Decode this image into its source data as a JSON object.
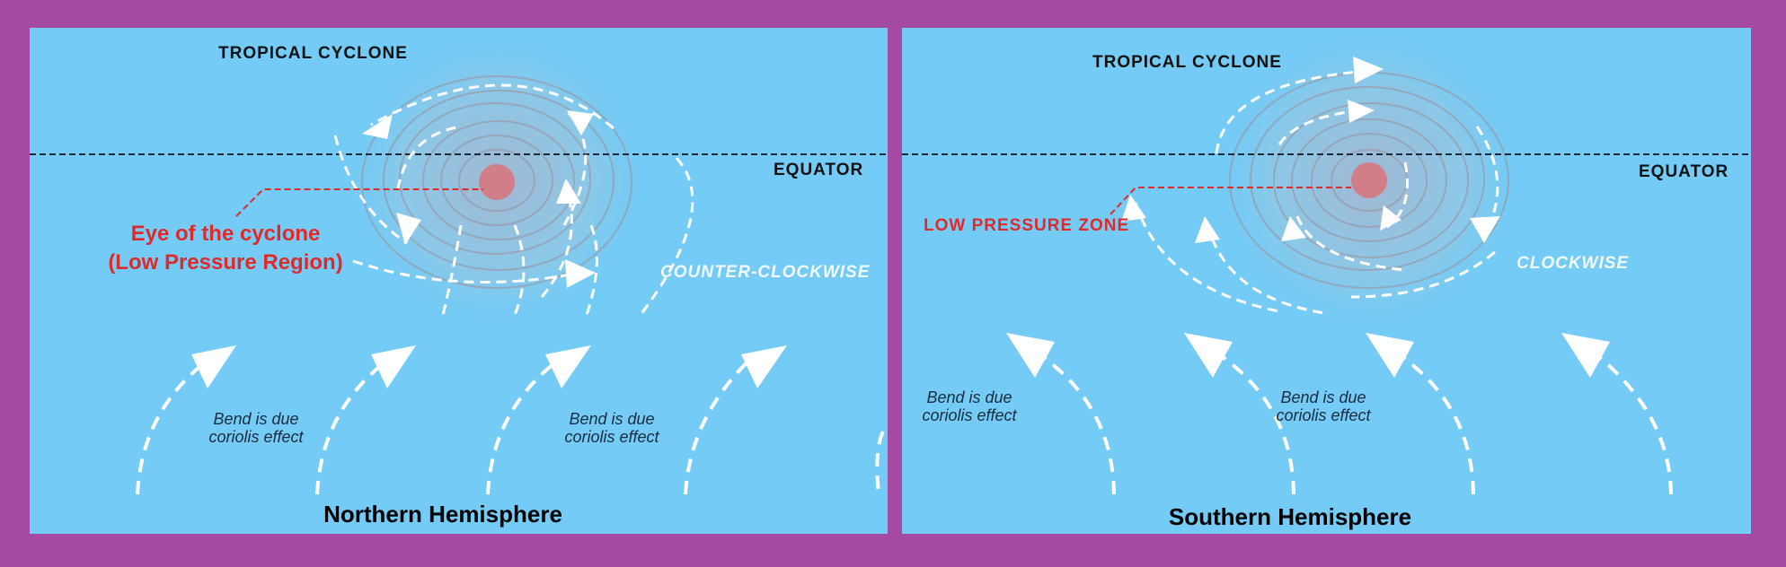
{
  "colors": {
    "background": "#a54aa2",
    "sky": "#73cbf6",
    "arrow": "#ffffff",
    "label_red": "#e02a2a",
    "eye": "#d9737a",
    "equator_line": "#1d2a3a"
  },
  "panels": [
    {
      "cyclone_label": "TROPICAL CYCLONE",
      "equator_label": "EQUATOR",
      "eye_label_line1": "Eye of the cyclone",
      "eye_label_line2": "(Low Pressure Region)",
      "rotation_label": "COUNTER-CLOCKWISE",
      "bend_note_line1": "Bend is due",
      "bend_note_line2": "coriolis effect",
      "caption": "Northern Hemisphere"
    },
    {
      "cyclone_label": "TROPICAL CYCLONE",
      "equator_label": "EQUATOR",
      "pressure_label": "LOW PRESSURE ZONE",
      "rotation_label": "CLOCKWISE",
      "bend_note_line1": "Bend is due",
      "bend_note_line2": "coriolis effect",
      "caption": "Southern Hemisphere"
    }
  ]
}
